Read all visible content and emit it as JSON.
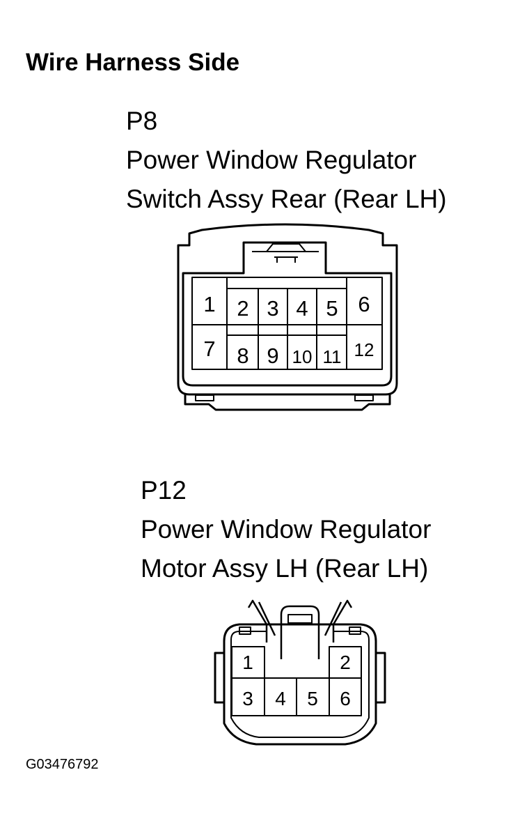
{
  "heading": "Wire Harness Side",
  "connectors": [
    {
      "id": "P8",
      "name_line1": "Power Window Regulator",
      "name_line2": "Switch Assy Rear (Rear LH)",
      "pins_top": [
        "1",
        "2",
        "3",
        "4",
        "5",
        "6"
      ],
      "pins_bottom": [
        "7",
        "8",
        "9",
        "10",
        "11",
        "12"
      ]
    },
    {
      "id": "P12",
      "name_line1": "Power Window Regulator",
      "name_line2": "Motor Assy LH (Rear LH)",
      "pins_top": [
        "1",
        "2"
      ],
      "pins_bottom": [
        "3",
        "4",
        "5",
        "6"
      ]
    }
  ],
  "figure_code": "G03476792"
}
